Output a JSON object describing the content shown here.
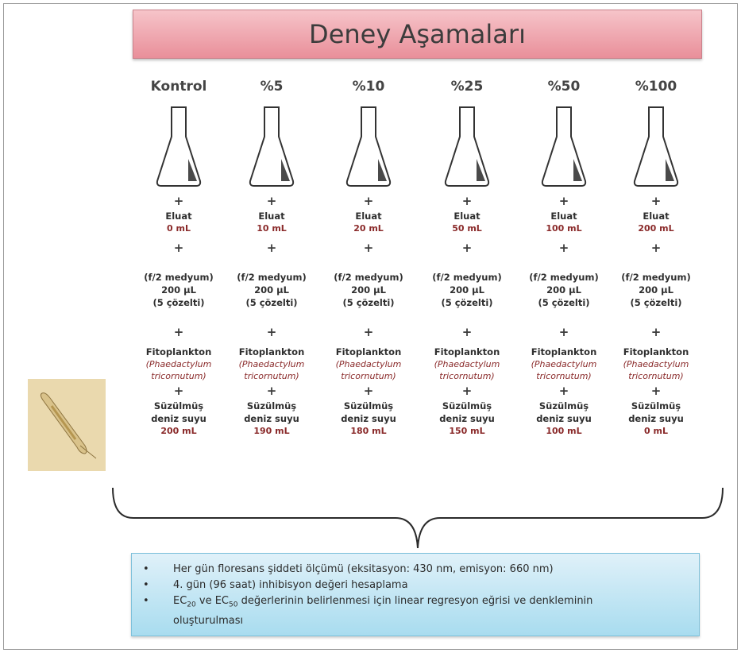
{
  "title": "Deney Aşamaları",
  "columns": [
    {
      "head": "Kontrol",
      "eluat_amount": "0 mL",
      "seawater_amount": "200 mL"
    },
    {
      "head": "%5",
      "eluat_amount": "10 mL",
      "seawater_amount": "190 mL"
    },
    {
      "head": "%10",
      "eluat_amount": "20 mL",
      "seawater_amount": "180 mL"
    },
    {
      "head": "%25",
      "eluat_amount": "50 mL",
      "seawater_amount": "150 mL"
    },
    {
      "head": "%50",
      "eluat_amount": "100 mL",
      "seawater_amount": "100 mL"
    },
    {
      "head": "%100",
      "eluat_amount": "200 mL",
      "seawater_amount": "0 mL"
    }
  ],
  "common": {
    "plus": "+",
    "eluat": "Eluat",
    "medium_name": "(f/2 medyum)",
    "medium_amount": "200 µL",
    "medium_solutions": "(5 çözelti)",
    "phyto": "Fitoplankton",
    "species_line1": "(Phaedactylum",
    "species_line2": "tricornutum)",
    "seawater_line1": "Süzülmüş",
    "seawater_line2": "deniz suyu"
  },
  "bullets": {
    "b1": "Her gün floresans şiddeti ölçümü (eksitasyon: 430 nm,  emisyon: 660 nm)",
    "b2": "4. gün (96 saat) inhibisyon değeri hesaplama",
    "b3_ec": "EC",
    "b3_sub20": "20",
    "b3_ve": " ve EC",
    "b3_sub50": "50",
    "b3_rest": " değerlerinin belirlenmesi için  linear regresyon eğrisi ve denkleminin",
    "b3_line2": "oluşturulması",
    "dot": "•"
  },
  "colors": {
    "banner_top": "#f6c4c9",
    "banner_bottom": "#e98f9a",
    "info_top": "#e0f1f9",
    "info_bottom": "#a8dcef",
    "red_text": "#8a2a2a"
  }
}
